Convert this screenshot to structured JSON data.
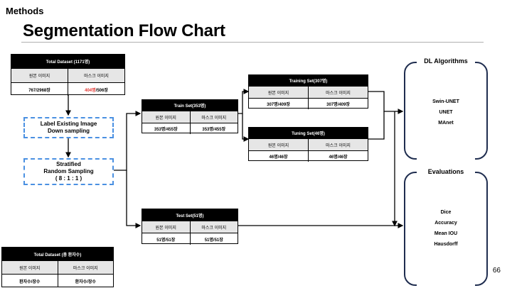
{
  "header": {
    "section": "Methods",
    "title": "Segmentation Flow Chart",
    "page_number": "66"
  },
  "total": {
    "title": "Total Dataset (1171명)",
    "col1": "원본 이미지",
    "col2": "마스크 이미지",
    "val1": "767/2968장",
    "val2_highlight": "404명",
    "val2_rest": "/506장"
  },
  "step1": {
    "line1": "Label Existing Image",
    "line2": "Down sampling"
  },
  "step2": {
    "line1": "Stratified",
    "line2": "Random Sampling",
    "line3": "( 8 : 1 : 1 )"
  },
  "train": {
    "title": "Train Set(353명)",
    "col1": "원본 이미지",
    "col2": "마스크 이미지",
    "val1": "353명/455장",
    "val2": "353명/455장"
  },
  "training": {
    "title": "Training Set(307명)",
    "col1": "원본 이미지",
    "col2": "마스크 이미지",
    "val1": "307명/409장",
    "val2": "307명/409장"
  },
  "tuning": {
    "title": "Tuning Set(46명)",
    "col1": "원본 이미지",
    "col2": "마스크 이미지",
    "val1": "46명/46장",
    "val2": "46명/46장"
  },
  "test": {
    "title": "Test Set(51명)",
    "col1": "원본 이미지",
    "col2": "마스크 이미지",
    "val1": "51명/51장",
    "val2": "51명/51장"
  },
  "legend": {
    "title": "Total Dataset (총 환자수)",
    "col1": "원본 이미지",
    "col2": "마스크 이미지",
    "val1": "환자수/장수",
    "val2": "환자수/장수"
  },
  "algorithms": {
    "title": "DL Algorithms",
    "items": [
      "Swin-UNET",
      "UNET",
      "MAnet"
    ]
  },
  "evaluations": {
    "title": "Evaluations",
    "items": [
      "Dice",
      "Accuracy",
      "Mean IOU",
      "Hausdorff"
    ]
  },
  "colors": {
    "dashed_border": "#4a90e2",
    "bracket": "#1f2d4f",
    "highlight": "#e3342f"
  }
}
